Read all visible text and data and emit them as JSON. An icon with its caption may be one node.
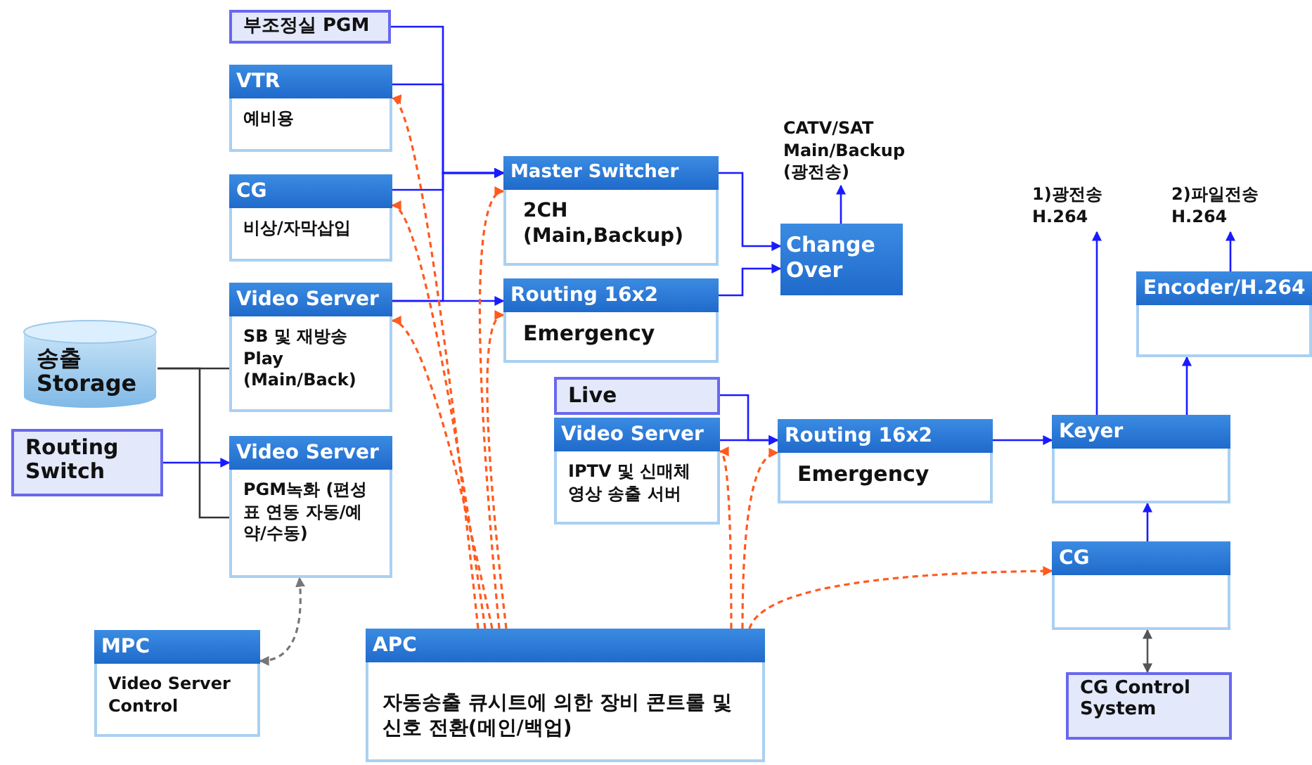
{
  "diagram": {
    "nodes": [
      {
        "text": [
          "부조정실 PGM"
        ]
      },
      {
        "text": [
          "VTR",
          "예비용"
        ]
      },
      {
        "text": [
          "CG",
          "비상/자막삽입"
        ]
      },
      {
        "text": [
          "Video Server",
          "SB 및 재방송 Play (Main/Back)"
        ]
      },
      {
        "text": [
          "송출 Storage"
        ]
      },
      {
        "text": [
          "Routing Switch"
        ]
      },
      {
        "text": [
          "Video Server",
          "PGM녹화 (편성표 연동 자동/예약/수동)"
        ]
      },
      {
        "text": [
          "MPC",
          "Video Server Control"
        ]
      },
      {
        "text": [
          "APC",
          "자동송출 큐시트에 의한 장비 콘트롤 및 신호 전환(메인/백업)"
        ]
      },
      {
        "text": [
          "Master Switcher",
          "2CH (Main,Backup)"
        ]
      },
      {
        "text": [
          "Routing 16x2",
          "Emergency"
        ]
      },
      {
        "text": [
          "Change Over"
        ]
      },
      {
        "text": [
          "CATV/SAT Main/Backup (광전송)"
        ]
      },
      {
        "text": [
          "Live"
        ]
      },
      {
        "text": [
          "Video Server",
          "IPTV 및 신매체 영상 송출 서버"
        ]
      },
      {
        "text": [
          "Routing 16x2",
          "Emergency"
        ]
      },
      {
        "text": [
          "Keyer"
        ]
      },
      {
        "text": [
          "1)광전송 H.264"
        ]
      },
      {
        "text": [
          "Encoder/H.264"
        ]
      },
      {
        "text": [
          "2)파일전송 H.264"
        ]
      },
      {
        "text": [
          "CG"
        ]
      },
      {
        "text": [
          "CG Control System"
        ]
      }
    ],
    "edges": [
      {
        "from": 0,
        "to": 9,
        "arrow": "to"
      },
      {
        "from": 1,
        "to": 9,
        "arrow": "to"
      },
      {
        "from": 2,
        "to": 9,
        "arrow": "to"
      },
      {
        "from": 3,
        "to": 9,
        "arrow": "to"
      },
      {
        "from": 3,
        "to": 10,
        "arrow": "to"
      },
      {
        "from": 9,
        "to": 11,
        "arrow": "to"
      },
      {
        "from": 10,
        "to": 11,
        "arrow": "to"
      },
      {
        "from": 11,
        "to": 12,
        "arrow": "to"
      },
      {
        "from": 4,
        "to": 3,
        "arrow": "none",
        "color": "#333333"
      },
      {
        "from": 4,
        "to": 6,
        "arrow": "none",
        "color": "#333333"
      },
      {
        "from": 5,
        "to": 6,
        "arrow": "to"
      },
      {
        "from": 7,
        "to": 6,
        "arrow": "both",
        "style": "dashed",
        "color": "#777777"
      },
      {
        "from": 8,
        "to": 1,
        "arrow": "to",
        "style": "dashed",
        "color": "#ff5a1f"
      },
      {
        "from": 8,
        "to": 2,
        "arrow": "to",
        "style": "dashed",
        "color": "#ff5a1f"
      },
      {
        "from": 8,
        "to": 3,
        "arrow": "to",
        "style": "dashed",
        "color": "#ff5a1f"
      },
      {
        "from": 8,
        "to": 9,
        "arrow": "to",
        "style": "dashed",
        "color": "#ff5a1f"
      },
      {
        "from": 8,
        "to": 10,
        "arrow": "to",
        "style": "dashed",
        "color": "#ff5a1f"
      },
      {
        "from": 8,
        "to": 14,
        "arrow": "to",
        "style": "dashed",
        "color": "#ff5a1f"
      },
      {
        "from": 8,
        "to": 15,
        "arrow": "to",
        "style": "dashed",
        "color": "#ff5a1f"
      },
      {
        "from": 8,
        "to": 20,
        "arrow": "to",
        "style": "dashed",
        "color": "#ff5a1f"
      },
      {
        "from": 13,
        "to": 15,
        "arrow": "to"
      },
      {
        "from": 14,
        "to": 15,
        "arrow": "to"
      },
      {
        "from": 15,
        "to": 16,
        "arrow": "to"
      },
      {
        "from": 16,
        "to": 17,
        "arrow": "to"
      },
      {
        "from": 16,
        "to": 18,
        "arrow": "to"
      },
      {
        "from": 18,
        "to": 19,
        "arrow": "to"
      },
      {
        "from": 20,
        "to": 16,
        "arrow": "to"
      },
      {
        "from": 21,
        "to": 20,
        "arrow": "both",
        "color": "#555555"
      }
    ]
  }
}
